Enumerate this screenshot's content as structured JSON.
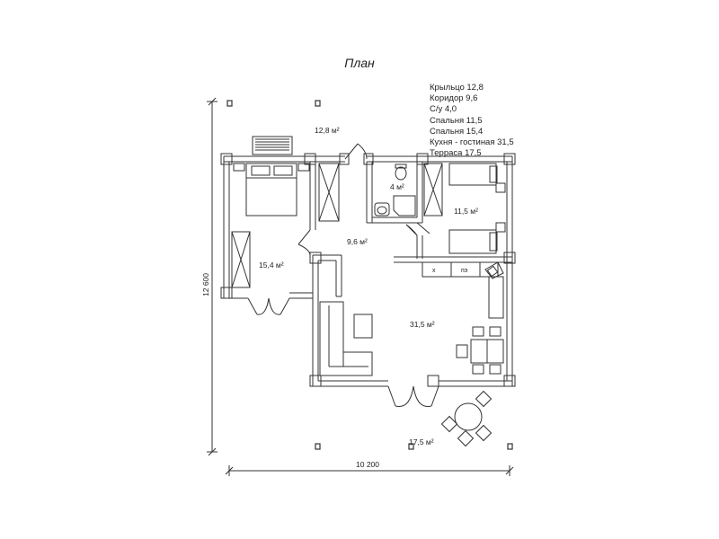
{
  "title": "План",
  "legend": [
    "Крыльцо 12,8",
    "Коридор 9,6",
    "С/у 4,0",
    "Спальня 11,5",
    "Спальня 15,4",
    "Кухня - гостиная 31,5",
    "Терраса 17,5"
  ],
  "rooms": {
    "porch": "12,8 м²",
    "bathroom": "4 м²",
    "bedroom_small": "11,5 м²",
    "corridor": "9,6 м²",
    "bedroom_large": "15,4 м²",
    "kitchen_living": "31,5 м²",
    "terrace": "17,5 м²"
  },
  "dimensions": {
    "width": "10 200",
    "height": "12 600"
  },
  "kitchen_labels": {
    "sink": "х",
    "stove": "пэ"
  }
}
